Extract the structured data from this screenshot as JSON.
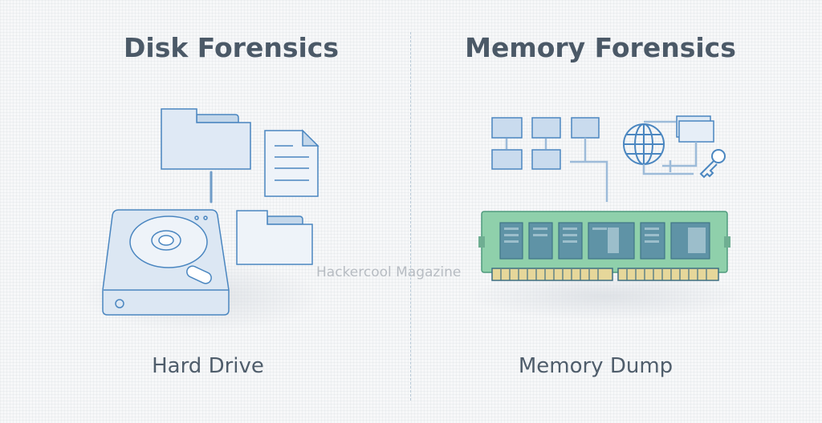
{
  "left_panel": {
    "title": "Disk Forensics",
    "label": "Hard Drive"
  },
  "right_panel": {
    "title": "Memory Forensics",
    "label": "Memory Dump"
  },
  "watermark": "Hackercool Magazine",
  "colors": {
    "stroke": "#4a86c0",
    "fill": "#dce8f4",
    "ram": "#8fcfaa",
    "pins": "#e6d79a"
  }
}
